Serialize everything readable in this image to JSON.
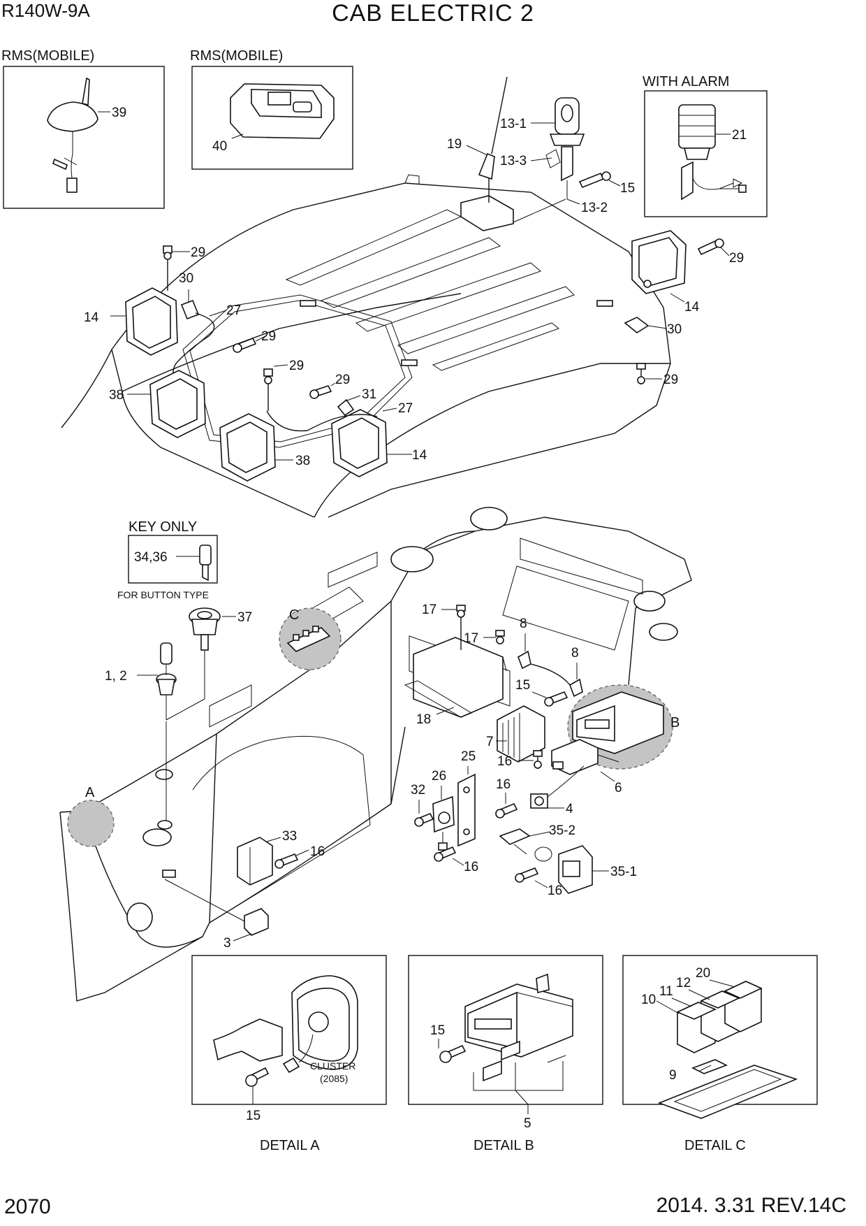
{
  "header": {
    "model": "R140W-9A",
    "title": "CAB ELECTRIC 2"
  },
  "footer": {
    "page_number": "2070",
    "revision": "2014. 3.31  REV.14C"
  },
  "insets": {
    "rms_mobile_1": "RMS(MOBILE)",
    "rms_mobile_2": "RMS(MOBILE)",
    "with_alarm": "WITH ALARM",
    "key_only": "KEY ONLY",
    "for_button_type": "FOR BUTTON TYPE"
  },
  "details": {
    "a": "DETAIL A",
    "b": "DETAIL B",
    "c": "DETAIL C",
    "cluster": "CLUSTER",
    "cluster_ref": "(2085)"
  },
  "detail_letters": {
    "a": "A",
    "b": "B",
    "c": "C"
  },
  "callouts": {
    "p39": "39",
    "p40": "40",
    "p19": "19",
    "p13_1": "13-1",
    "p13_3": "13-3",
    "p15_top": "15",
    "p13_2": "13-2",
    "p21": "21",
    "p29_a": "29",
    "p30_a": "30",
    "p14_a": "14",
    "p27_a": "27",
    "p29_b": "29",
    "p29_c": "29",
    "p29_d": "29",
    "p31": "31",
    "p27_b": "27",
    "p38_a": "38",
    "p38_b": "38",
    "p14_b": "14",
    "p29_e": "29",
    "p14_c": "14",
    "p30_b": "30",
    "p29_f": "29",
    "p34_36": "34,36",
    "p37": "37",
    "p1_2": "1, 2",
    "p17_a": "17",
    "p17_b": "17",
    "p8_a": "8",
    "p8_b": "8",
    "p15_mid": "15",
    "p18": "18",
    "p7": "7",
    "p16_a": "16",
    "p6": "6",
    "p25": "25",
    "p26": "26",
    "p32": "32",
    "p16_b": "16",
    "p4": "4",
    "p35_2": "35-2",
    "p35_1": "35-1",
    "p16_c": "16",
    "p16_d": "16",
    "p33": "33",
    "p16_e": "16",
    "p3": "3",
    "p15_da": "15",
    "p15_db": "15",
    "p5": "5",
    "p10": "10",
    "p11": "11",
    "p12": "12",
    "p20": "20",
    "p9": "9"
  }
}
